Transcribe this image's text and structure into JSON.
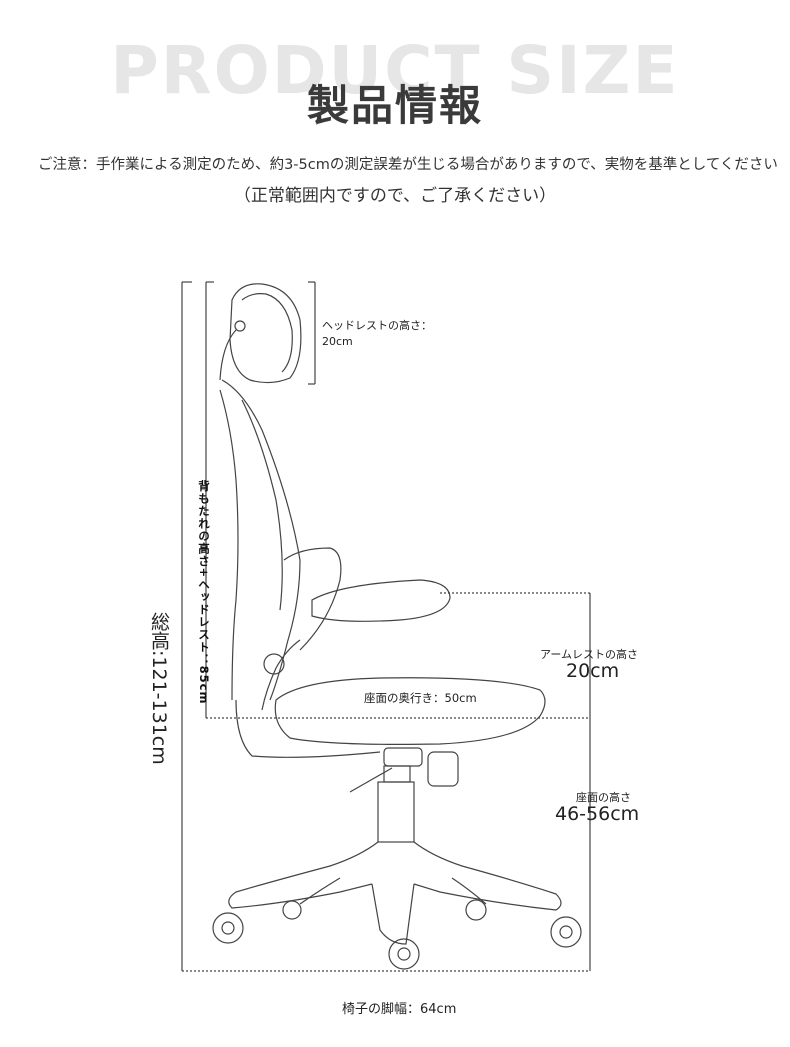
{
  "header": {
    "bg_title": "PRODUCT SIZE",
    "main_title": "製品情報"
  },
  "notice": {
    "line1": "ご注意：手作業による測定のため、約3-5cmの測定誤差が生じる場合がありますので、実物を基準としてください",
    "line2": "（正常範囲内ですので、ご了承ください）"
  },
  "dimensions": {
    "headrest_label": "ヘッドレストの高さ：",
    "headrest_value": "20cm",
    "backrest_label": "背もたれの高さ+ヘッドレスト：85cm",
    "total_height": "総高:121-131cm",
    "armrest_label": "アームレストの高さ",
    "armrest_value": "20cm",
    "seat_depth": "座面の奥行き：50cm",
    "seat_height_label": "座面の高さ",
    "seat_height_value": "46-56cm",
    "leg_width": "椅子の脚幅：64cm"
  }
}
